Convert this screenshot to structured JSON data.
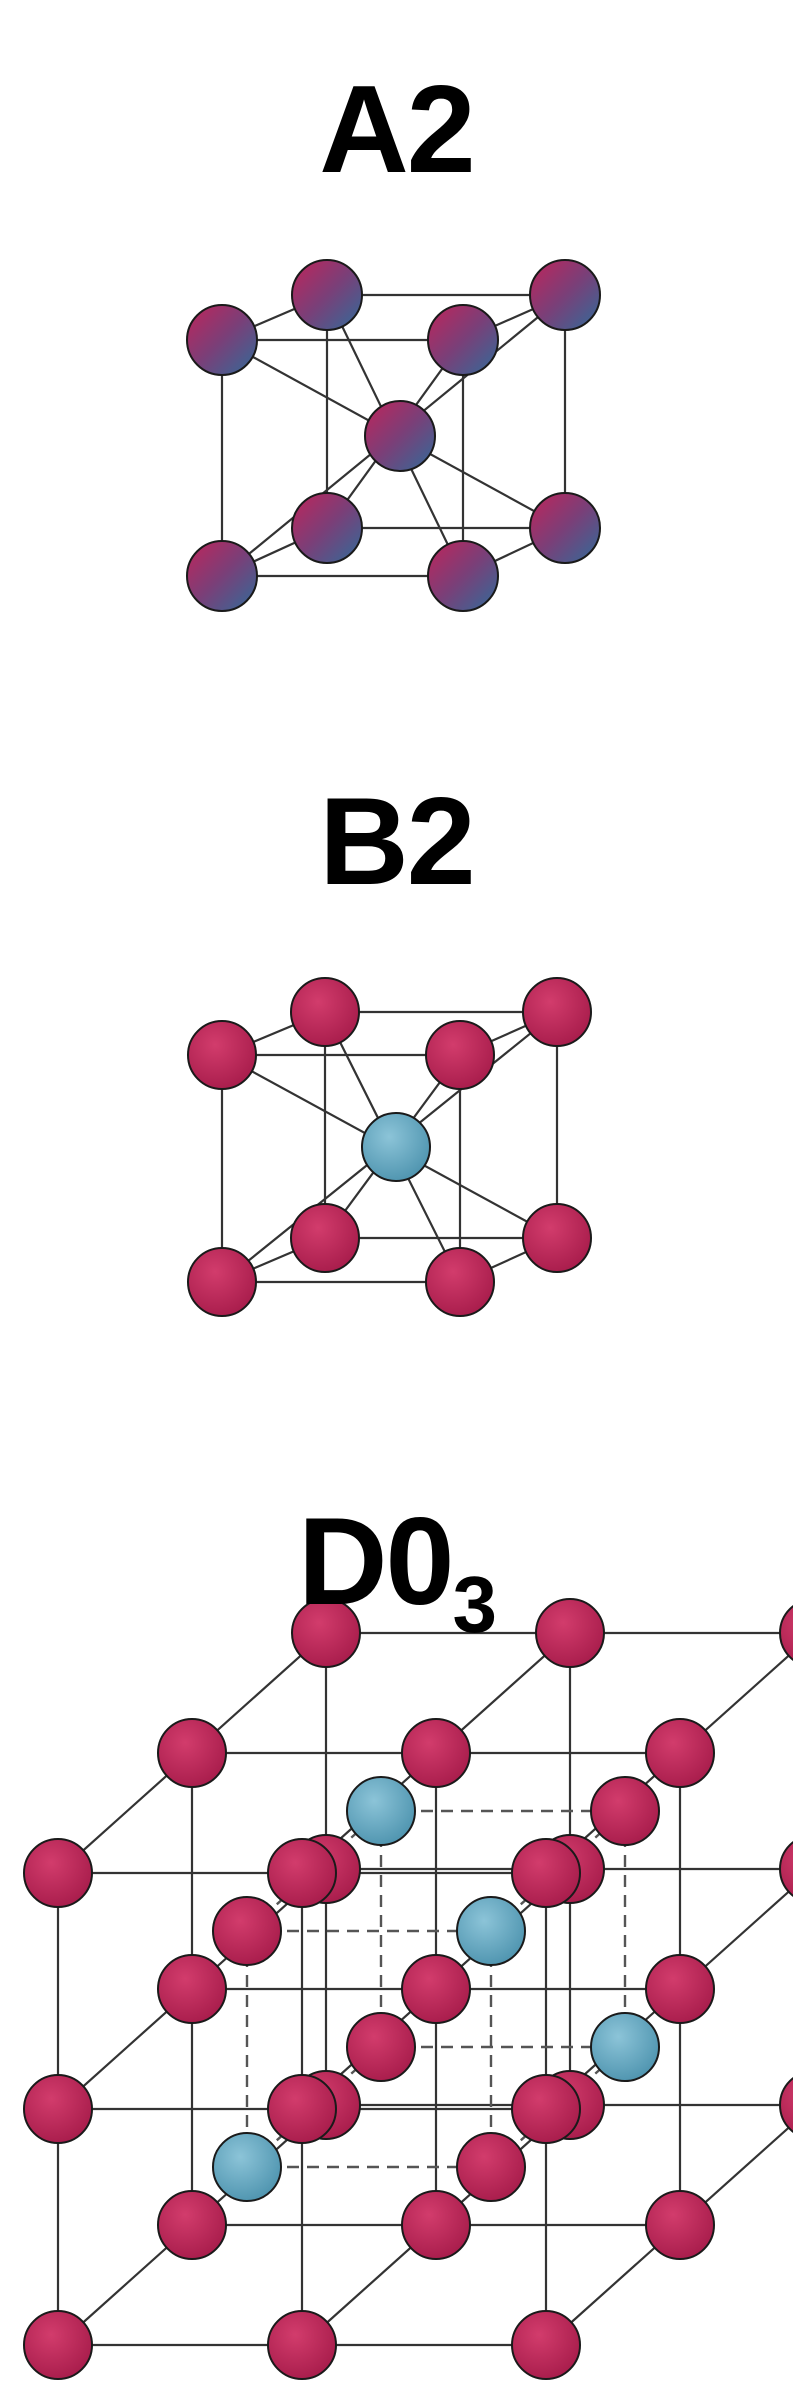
{
  "structures": [
    {
      "id": "A2",
      "title_main": "A2",
      "title_sub": "",
      "atoms": "mixed",
      "colors": {
        "primary": "#b82458",
        "secondary": "#3b6e9c"
      }
    },
    {
      "id": "B2",
      "title_main": "B2",
      "title_sub": "",
      "atoms": "ordered",
      "colors": {
        "corner": "#b52153",
        "center": "#5fa3bd"
      }
    },
    {
      "id": "D03",
      "title_main": "D0",
      "title_sub": "3",
      "atoms": "ordered",
      "colors": {
        "host": "#b52153",
        "solute": "#5fa3bd"
      }
    }
  ]
}
